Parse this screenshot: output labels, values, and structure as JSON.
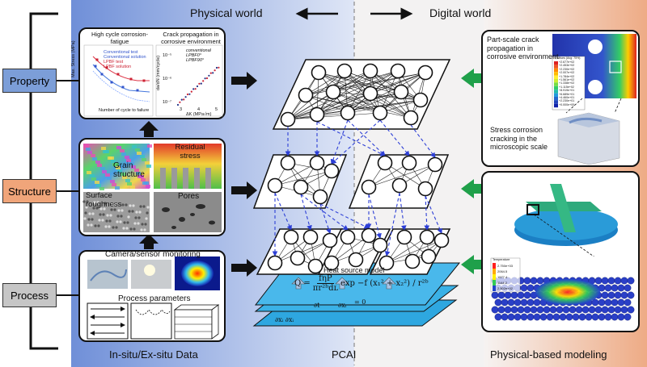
{
  "header": {
    "physical_world": "Physical world",
    "digital_world": "Digital world"
  },
  "sidebar": {
    "property": "Property",
    "structure": "Structure",
    "process": "Process"
  },
  "footer": {
    "left": "In-situ/Ex-situ Data",
    "center": "PCAI",
    "right": "Physical-based modeling"
  },
  "property_panel": {
    "left_title": "High cycle corrosion-fatigue",
    "right_title": "Crack propagation in corrosive environment",
    "left_legend": [
      "Conventional test",
      "Conventional solution",
      "LPBF test",
      "LPBF solution"
    ],
    "left_ylabel": "Max. Stress (MPa)",
    "left_xlabel": "Number of cycle to failure",
    "right_legend": [
      "conventional",
      "LPBF0°",
      "LPBF90°"
    ],
    "right_ylabel": "da/dN (mm/cycle)",
    "right_xlabel": "ΔK (MPa√m)",
    "right_yticks": [
      "10⁻⁵",
      "10⁻⁶",
      "10⁻⁷"
    ],
    "right_xticks": [
      "3",
      "4",
      "5"
    ]
  },
  "structure_panel": {
    "grain": "Grain structure",
    "residual": "Residual stress",
    "surface": "Surface roughness",
    "pores": "Pores"
  },
  "process_panel": {
    "camera": "Camera/sensor monitoring",
    "params": "Process parameters"
  },
  "pcai": {
    "heat_title": "Heat source model",
    "formula_lhs": "Q =",
    "formula_num": "fηP",
    "formula_den": "πr²ᵇdʟ",
    "formula_exp": "exp",
    "formula_inner": "−f (x₁² + x₂²) / r²ᵇ",
    "pde_frag_1": "∂t",
    "pde_frag_2": "∂xᵢ",
    "pde_frag_3": "= 0",
    "pde_frag_4": "∂xᵢ ∂xᵢ"
  },
  "digital_panel": {
    "crack_text": "Part-scale crack propagation in corrosive environment",
    "scc_text": "Stress corrosion cracking in the microscopic scale",
    "legend_title": "S, Mises (Avg: 75%)",
    "legend_values": [
      "+2.677e+02",
      "+2.453e+02",
      "+2.230e+02",
      "+2.007e+02",
      "+1.784e+02",
      "+1.561e+02",
      "+1.338e+02",
      "+1.115e+02",
      "+8.919e+01",
      "+6.689e+01",
      "+4.460e+01",
      "+2.230e+01",
      "+0.000e+00"
    ],
    "temp_title": "Temperature",
    "temp_values": [
      "2.750e+03",
      "2064.5",
      "1577.4",
      "1144.2",
      "2.502e+02"
    ]
  }
}
